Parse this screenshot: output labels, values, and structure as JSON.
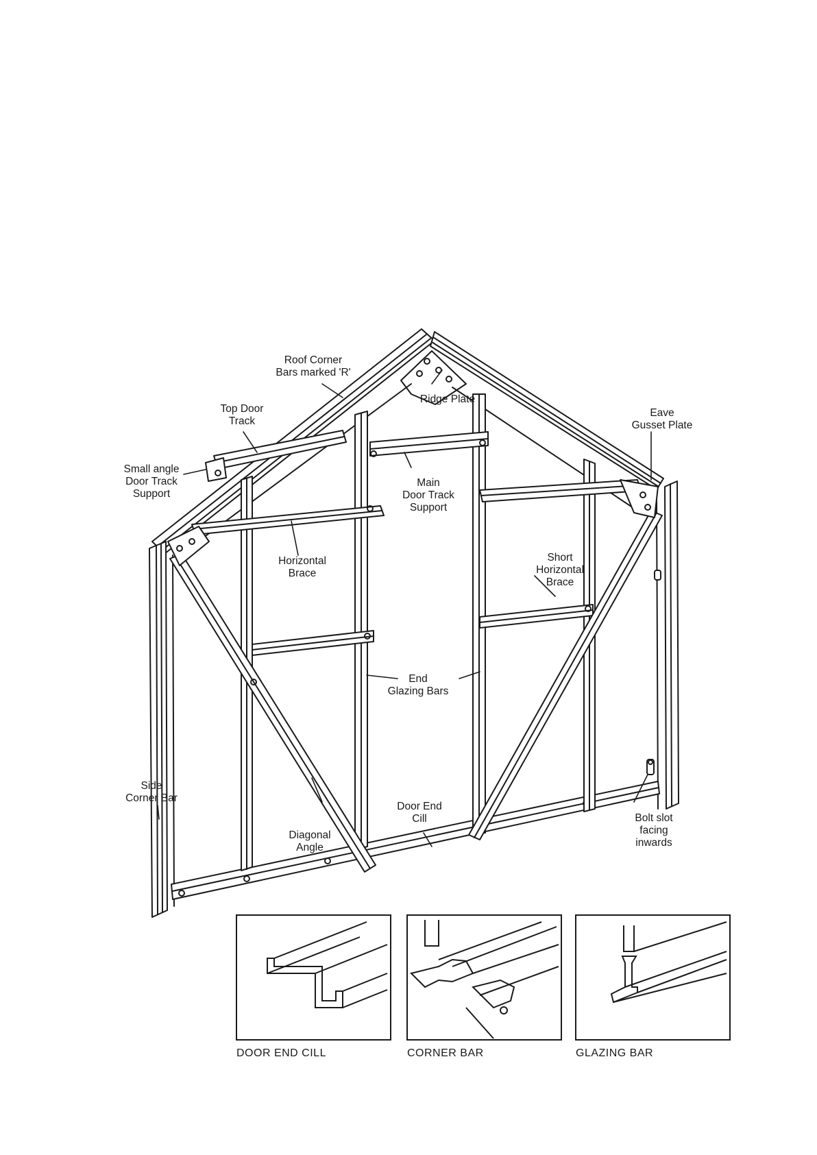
{
  "colors": {
    "ink": "#1a1a1a",
    "paper": "#ffffff"
  },
  "labels": {
    "roof_corner_bars": "Roof Corner\nBars marked 'R'",
    "ridge_plate": "Ridge Plate",
    "top_door_track": "Top Door\nTrack",
    "small_angle_support": "Small angle\nDoor Track\nSupport",
    "main_door_track_support": "Main\nDoor Track\nSupport",
    "eave_gusset_plate": "Eave\nGusset Plate",
    "horizontal_brace": "Horizontal\nBrace",
    "short_horizontal_brace": "Short\nHorizontal\nBrace",
    "end_glazing_bars": "End\nGlazing Bars",
    "side_corner_bar": "Side\nCorner Bar",
    "door_end_cill": "Door End\nCill",
    "diagonal_angle": "Diagonal\nAngle",
    "bolt_slot": "Bolt slot\nfacing\ninwards"
  },
  "details": {
    "door_end_cill": "DOOR END CILL",
    "corner_bar": "CORNER BAR",
    "glazing_bar": "GLAZING BAR"
  }
}
